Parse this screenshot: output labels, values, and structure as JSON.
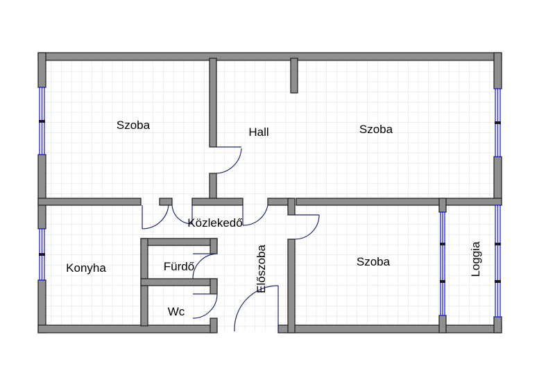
{
  "floor_plan": {
    "rooms": [
      {
        "id": "szoba-top-left",
        "label": "Szoba"
      },
      {
        "id": "hall",
        "label": "Hall"
      },
      {
        "id": "szoba-top-right",
        "label": "Szoba"
      },
      {
        "id": "kozlekedo",
        "label": "Közlekedő"
      },
      {
        "id": "konyha",
        "label": "Konyha"
      },
      {
        "id": "furdo",
        "label": "Fürdő"
      },
      {
        "id": "wc",
        "label": "Wc"
      },
      {
        "id": "eloszoba",
        "label": "Előszoba"
      },
      {
        "id": "szoba-bottom-right",
        "label": "Szoba"
      },
      {
        "id": "loggia",
        "label": "Loggia"
      }
    ],
    "colors": {
      "wall_fill": "#8f8f8f",
      "wall_outline": "#1a1a1a",
      "grid_line": "#d9dde6",
      "window": "#1a1aff",
      "door_arc": "#1f2a6b"
    }
  }
}
